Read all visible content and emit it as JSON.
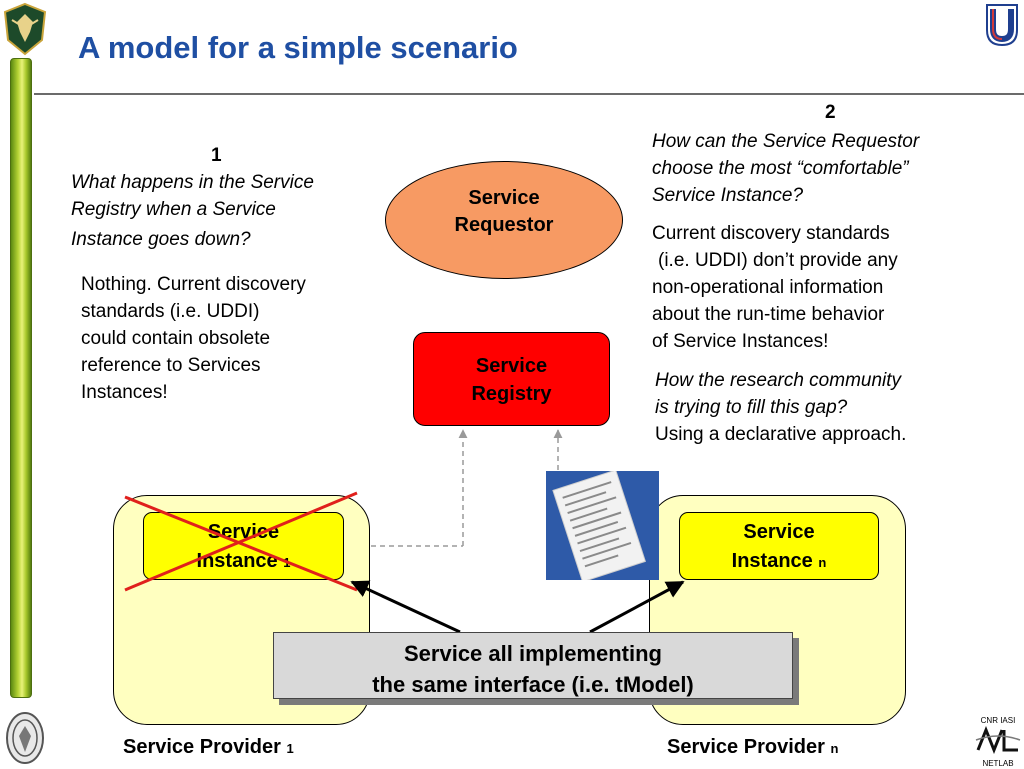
{
  "title": "A model for a simple scenario",
  "step1": {
    "number": "1",
    "question_l1": "What happens in the Service",
    "question_l2": "Registry when a Service",
    "question_l3": "Instance goes down?",
    "answer_l1": "Nothing. Current discovery",
    "answer_l2": "standards (i.e. UDDI)",
    "answer_l3": "could contain obsolete",
    "answer_l4": "reference to Services",
    "answer_l5": "Instances!"
  },
  "step2": {
    "number": "2",
    "question_l1": "How can the Service Requestor",
    "question_l2": "choose the most “comfortable”",
    "question_l3": "Service Instance?",
    "answer_l1": "Current discovery standards",
    "answer_l2": "(i.e. UDDI) don’t provide any",
    "answer_l3": "non-operational information",
    "answer_l4": "about the run-time behavior",
    "answer_l5": "of Service Instances!",
    "research_q_l1": "How the research community",
    "research_q_l2": "is trying to fill this gap?",
    "research_a": "Using a declarative approach."
  },
  "requestor": {
    "l1": "Service",
    "l2": "Requestor"
  },
  "registry": {
    "l1": "Service",
    "l2": "Registry"
  },
  "instance1": {
    "l1": "Service",
    "l2": "Instance",
    "sub": "1"
  },
  "instanceN": {
    "l1": "Service",
    "l2": "Instance",
    "sub": "n"
  },
  "implementing": {
    "l1": "Service all implementing",
    "l2": "the same interface (i.e. tModel)"
  },
  "provider1": {
    "label": "Service Provider",
    "sub": "1"
  },
  "providerN": {
    "label": "Service Provider",
    "sub": "n"
  },
  "logos": {
    "top_left": "eagle-crest-icon",
    "top_right": "u-shield-icon",
    "bottom_left": "seal-icon",
    "bottom_right_l1": "CNR IASI",
    "bottom_right_l2": "NETLAB"
  },
  "colors": {
    "title": "#1f4fa3",
    "requestor": "#f79a63",
    "registry": "#ff0000",
    "instance": "#ffff00",
    "provider": "#ffffc0",
    "cross": "#e0201c"
  }
}
